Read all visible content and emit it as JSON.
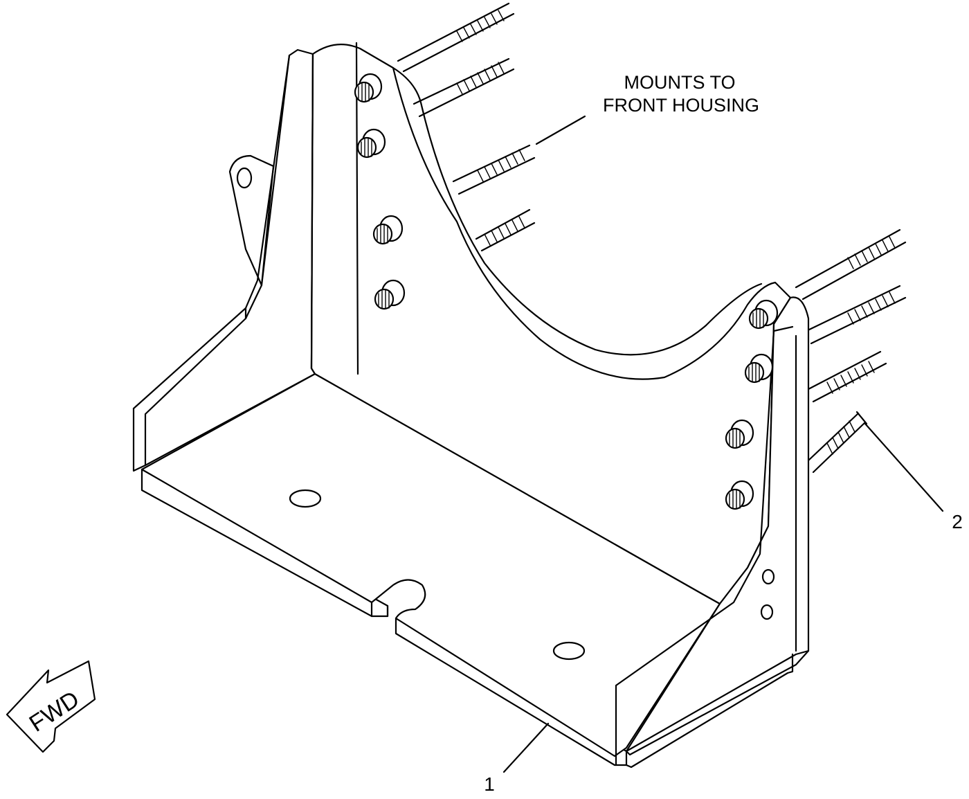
{
  "annotations": {
    "mount_note_line1": "MOUNTS TO",
    "mount_note_line2": "FRONT HOUSING",
    "item_1": "1",
    "item_2": "2",
    "direction": "FWD"
  }
}
